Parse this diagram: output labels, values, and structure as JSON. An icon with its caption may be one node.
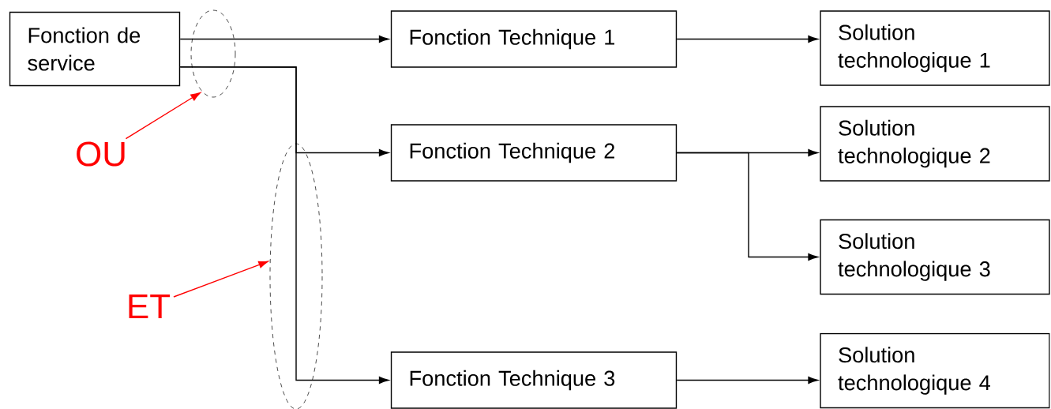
{
  "diagram": {
    "nodes": [
      {
        "text": [
          "Fonction de service"
        ]
      },
      {
        "text": [
          "Fonction Technique 1"
        ]
      },
      {
        "text": [
          "Fonction Technique 2"
        ]
      },
      {
        "text": [
          "Fonction Technique 3"
        ]
      },
      {
        "text": [
          "Solution technologique 1"
        ]
      },
      {
        "text": [
          "Solution technologique 2"
        ]
      },
      {
        "text": [
          "Solution technologique 3"
        ]
      },
      {
        "text": [
          "Solution technologique 4"
        ]
      },
      {
        "text": [
          "OU"
        ]
      },
      {
        "text": [
          "ET"
        ]
      }
    ],
    "edges": [
      {
        "from": 0,
        "to": 1,
        "arrow": "to"
      },
      {
        "from": 0,
        "to": 2,
        "arrow": "to"
      },
      {
        "from": 0,
        "to": 3,
        "arrow": "to"
      },
      {
        "from": 1,
        "to": 4,
        "arrow": "to"
      },
      {
        "from": 2,
        "to": 5,
        "arrow": "to"
      },
      {
        "from": 2,
        "to": 6,
        "arrow": "to"
      },
      {
        "from": 3,
        "to": 7,
        "arrow": "to"
      },
      {
        "from": 8,
        "to": null,
        "arrow": "to",
        "color": "#ff0000"
      },
      {
        "from": 9,
        "to": null,
        "arrow": "to",
        "color": "#ff0000"
      }
    ]
  }
}
